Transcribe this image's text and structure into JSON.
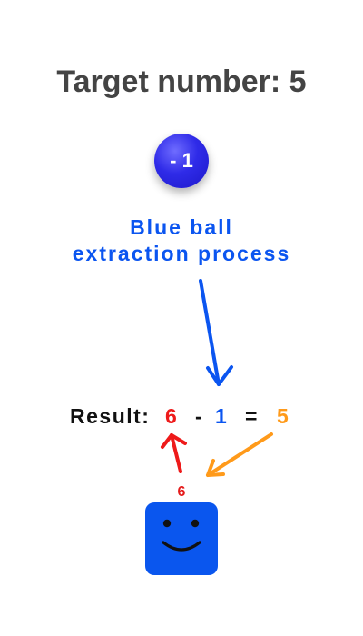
{
  "title": "Target number: 5",
  "ball": {
    "label": "- 1",
    "color": "#2f2be8"
  },
  "process_label": {
    "line1": "Blue ball",
    "line2": "extraction process"
  },
  "equation": {
    "prefix": "Result:",
    "left_operand": "6",
    "operator": "-",
    "right_operand": "1",
    "equals": "=",
    "result": "5"
  },
  "player": {
    "collected_value": "6",
    "color": "#0a56ee",
    "icon": "smiley-face-icon"
  },
  "colors": {
    "title": "#444444",
    "blue": "#0b55f0",
    "red": "#ee1a1a",
    "orange": "#ff9a1a"
  }
}
